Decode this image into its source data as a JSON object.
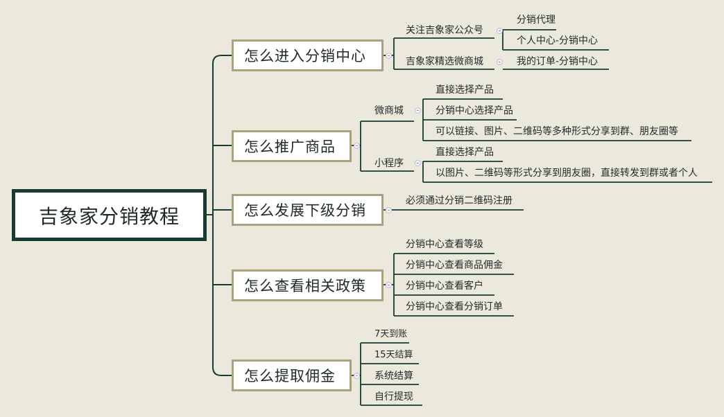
{
  "diagram": {
    "root": "吉象家分销教程",
    "branches": [
      {
        "label": "怎么进入分销中心",
        "groups": [
          {
            "label": "关注吉象家公众号",
            "items": [
              "分销代理",
              "个人中心-分销中心"
            ]
          },
          {
            "label": "吉象家精选微商城",
            "items": [
              "我的订单-分销中心"
            ]
          }
        ]
      },
      {
        "label": "怎么推广商品",
        "groups": [
          {
            "label": "微商城",
            "items": [
              "直接选择产品",
              "分销中心选择产品",
              "可以链接、图片、二维码等多种形式分享到群、朋友圈等"
            ]
          },
          {
            "label": "小程序",
            "items": [
              "直接选择产品",
              "以图片、二维码等形式分享到朋友圈，直接转发到群或者个人"
            ]
          }
        ]
      },
      {
        "label": "怎么发展下级分销",
        "items": [
          "必须通过分销二维码注册"
        ]
      },
      {
        "label": "怎么查看相关政策",
        "items": [
          "分销中心查看等级",
          "分销中心查看商品佣金",
          "分销中心查看客户",
          "分销中心查看分销订单"
        ]
      },
      {
        "label": "怎么提取佣金",
        "items": [
          "7天到账",
          "15天结算",
          "系统结算",
          "自行提现"
        ]
      }
    ]
  },
  "colors": {
    "background": "#ebe8dc",
    "connector": "#173a33",
    "branch_border": "#a9a27d",
    "root_border": "#173a33"
  }
}
